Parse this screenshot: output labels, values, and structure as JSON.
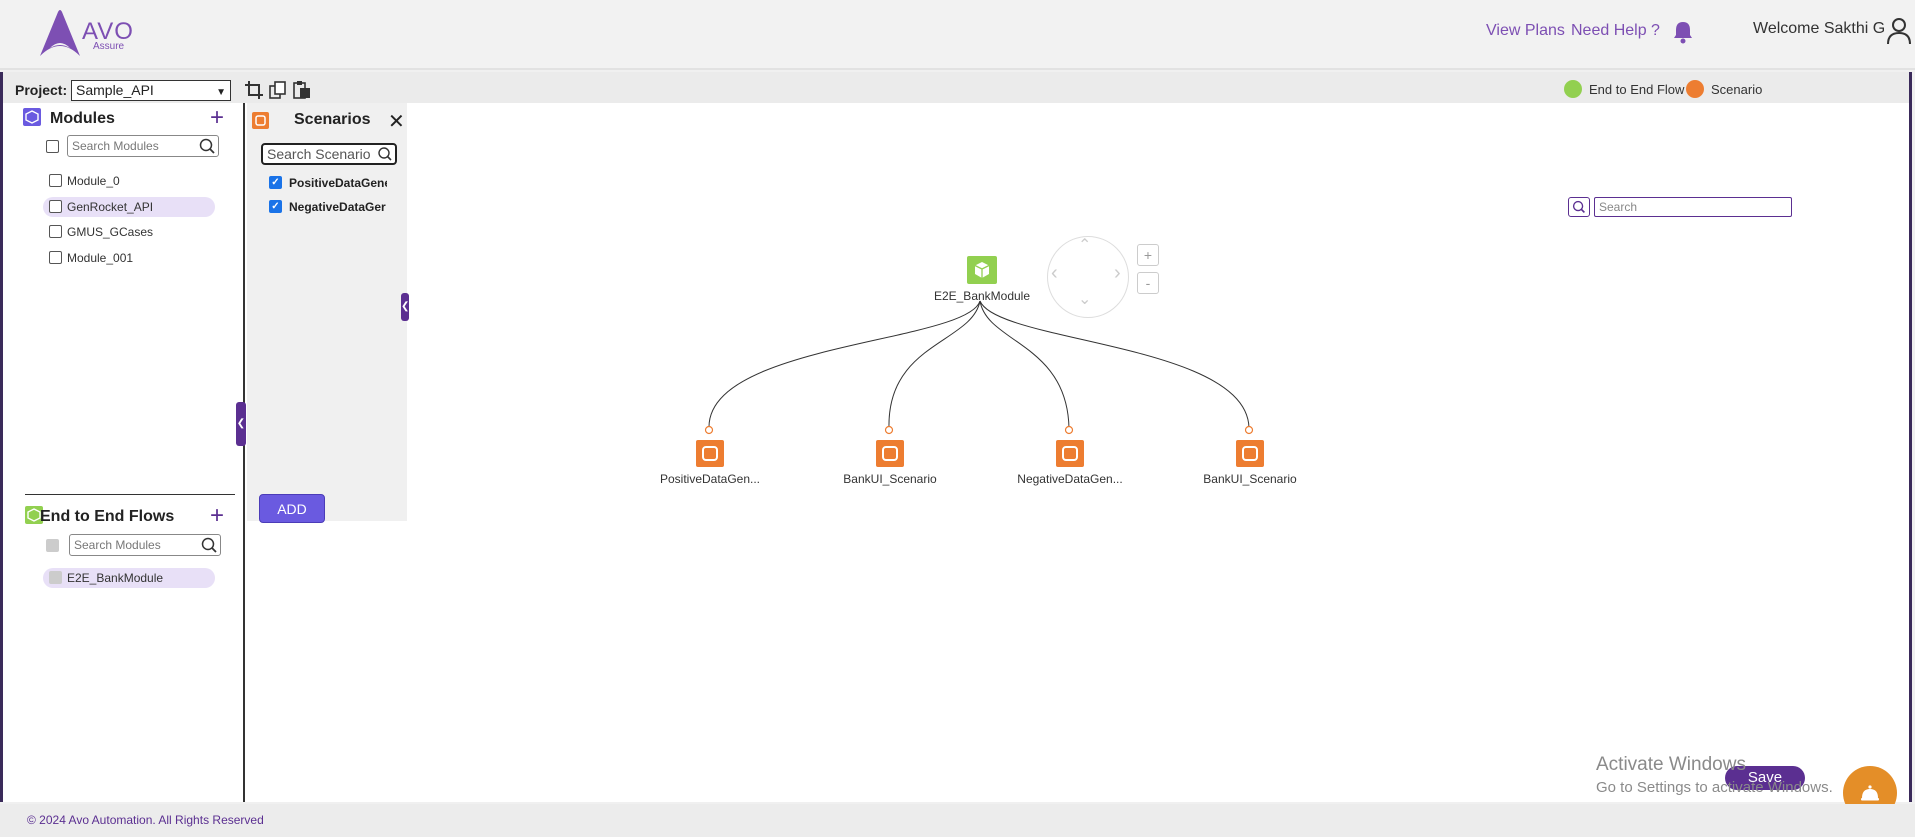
{
  "header": {
    "logo_text": "AVO",
    "logo_sub": "Assure",
    "view_plans": "View Plans",
    "need_help": "Need Help ?",
    "welcome": "Welcome Sakthi G",
    "bell_icon": "bell-icon",
    "user_icon": "user-icon"
  },
  "toolbar": {
    "project_label": "Project:",
    "project_value": "Sample_API",
    "legend": [
      {
        "label": "End to End Flow",
        "color": "#92d050"
      },
      {
        "label": "Scenario",
        "color": "#ed7d31"
      }
    ]
  },
  "modules": {
    "title": "Modules",
    "search_placeholder": "Search Modules",
    "items": [
      {
        "label": "Module_0",
        "selected": false
      },
      {
        "label": "GenRocket_API",
        "selected": true
      },
      {
        "label": "GMUS_GCases",
        "selected": false
      },
      {
        "label": "Module_001",
        "selected": false
      }
    ]
  },
  "e2e": {
    "title": "End to End Flows",
    "search_placeholder": "Search Modules",
    "items": [
      {
        "label": "E2E_BankModule",
        "selected": true
      }
    ]
  },
  "scenarios": {
    "title": "Scenarios",
    "search_placeholder": "Search Scenario",
    "items": [
      {
        "label": "PositiveDataGene",
        "checked": true
      },
      {
        "label": "NegativeDataGer",
        "checked": true
      }
    ],
    "add_label": "ADD"
  },
  "canvas": {
    "root": {
      "label": "E2E_BankModule",
      "color": "#92d050"
    },
    "children": [
      {
        "label": "PositiveDataGen...",
        "color": "#ed7d31"
      },
      {
        "label": "BankUI_Scenario",
        "color": "#ed7d31"
      },
      {
        "label": "NegativeDataGen...",
        "color": "#ed7d31"
      },
      {
        "label": "BankUI_Scenario",
        "color": "#ed7d31"
      }
    ],
    "zoom_in": "+",
    "zoom_out": "-",
    "search_placeholder": "Search",
    "save_label": "Save"
  },
  "activate_windows": {
    "title": "Activate Windows",
    "subtitle": "Go to Settings to activate Windows."
  },
  "footer": {
    "text": "© 2024 Avo Automation. All Rights Reserved"
  }
}
